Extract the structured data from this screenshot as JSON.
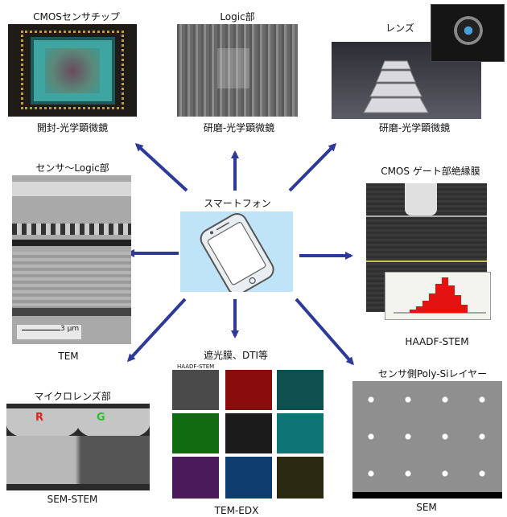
{
  "center": {
    "label": "スマートフォン"
  },
  "nodes": {
    "cmos_chip": {
      "title": "CMOSセンサチップ",
      "caption": "開封-光学顕微鏡"
    },
    "logic": {
      "title": "Logic部",
      "caption": "研磨-光学顕微鏡"
    },
    "lens": {
      "title": "レンズ",
      "caption": "研磨-光学顕微鏡"
    },
    "sensor_logic": {
      "title": "センサ～Logic部",
      "caption": "TEM",
      "scale": "3 μm"
    },
    "gate": {
      "title": "CMOS ゲート部絶縁膜",
      "caption": "HAADF-STEM"
    },
    "microlens": {
      "title": "マイクロレンズ部",
      "caption": "SEM-STEM",
      "r_label": "R",
      "g_label": "G"
    },
    "edx": {
      "title": "遮光膜、DTI等",
      "caption": "TEM-EDX",
      "panel_label": "HAADF-STEM"
    },
    "poly": {
      "title": "センサ側Poly-Siレイヤー",
      "caption": "SEM"
    }
  },
  "colors": {
    "arrow": "#2e3a9a",
    "center_bg": "#bfe3f7"
  }
}
